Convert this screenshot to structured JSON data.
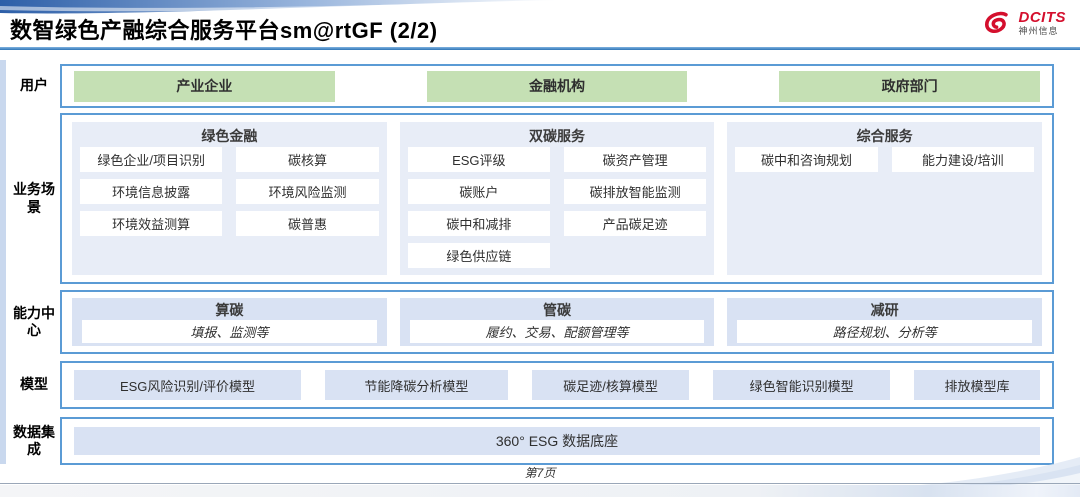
{
  "header": {
    "title": "数智绿色产融综合服务平台sm@rtGF (2/2)",
    "logo": {
      "brand": "DCITS",
      "subbrand": "神州信息"
    }
  },
  "rows": {
    "users": {
      "label": "用户",
      "items": [
        "产业企业",
        "金融机构",
        "政府部门"
      ]
    },
    "scenarios": {
      "label": "业务场景",
      "columns": [
        {
          "title": "绿色金融",
          "items": [
            "绿色企业/项目识别",
            "碳核算",
            "环境信息披露",
            "环境风险监测",
            "环境效益测算",
            "碳普惠"
          ]
        },
        {
          "title": "双碳服务",
          "items": [
            "ESG评级",
            "碳资产管理",
            "碳账户",
            "碳排放智能监测",
            "碳中和减排",
            "产品碳足迹",
            "绿色供应链"
          ]
        },
        {
          "title": "综合服务",
          "items": [
            "碳中和咨询规划",
            "能力建设/培训"
          ]
        }
      ]
    },
    "capabilities": {
      "label": "能力中心",
      "groups": [
        {
          "title": "算碳",
          "desc": "填报、监测等"
        },
        {
          "title": "管碳",
          "desc": "履约、交易、配额管理等"
        },
        {
          "title": "减研",
          "desc": "路径规划、分析等"
        }
      ]
    },
    "models": {
      "label": "模型",
      "items": [
        "ESG风险识别/评价模型",
        "节能降碳分析模型",
        "碳足迹/核算模型",
        "绿色智能识别模型",
        "排放模型库"
      ]
    },
    "data_integration": {
      "label": "数据集成",
      "item": "360° ESG 数据底座"
    }
  },
  "footer": {
    "page_number": "第7页"
  },
  "colors": {
    "border_blue": "#5b9bd5",
    "title_rule_blue": "#2e75b6",
    "green_fill": "#c5e0b4",
    "column_fill": "#e8edf7",
    "light_blue_fill": "#d9e2f3",
    "brand_red": "#d40f2d"
  }
}
